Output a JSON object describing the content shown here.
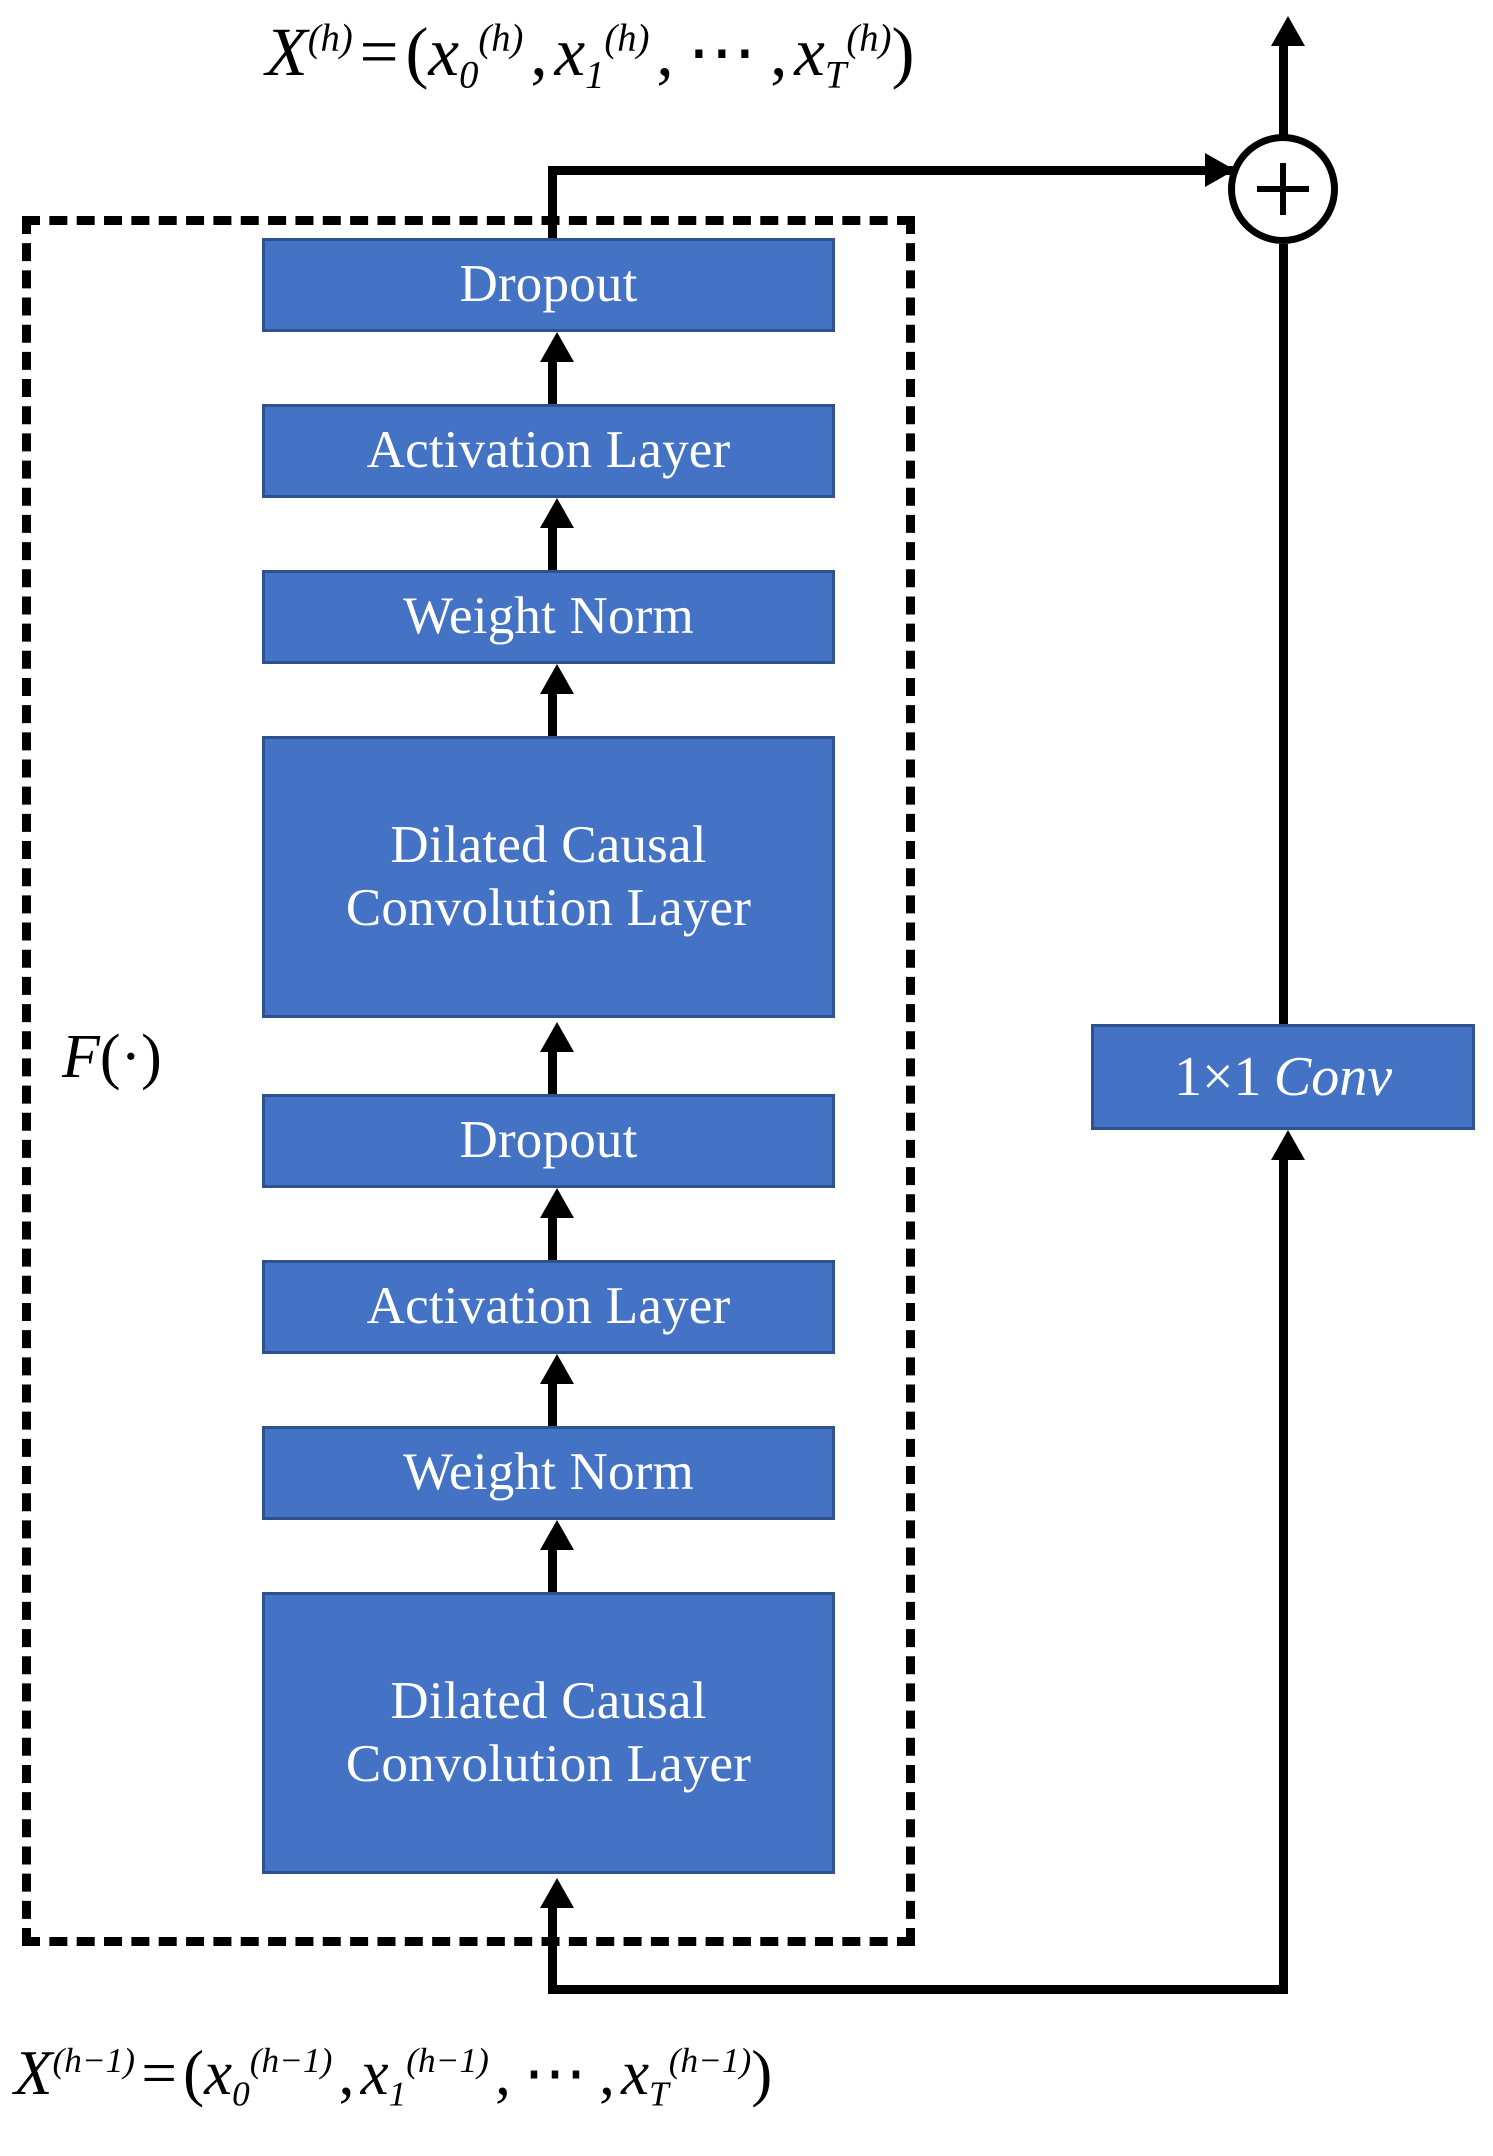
{
  "figure": {
    "type": "temporal-convolutional-network-residual-block",
    "accent_color": "#4472C4",
    "box_border_color": "#2E528F",
    "line_color": "#000000",
    "text_on_box_color": "#FFFFFF",
    "background_color": "#FFFFFF"
  },
  "formulas": {
    "output": {
      "lhs_var": "X",
      "lhs_sup": "(h)",
      "equals": "=",
      "open_paren": "(",
      "terms": [
        {
          "var": "x",
          "sub": "0",
          "sup": "(h)"
        },
        {
          "var": "x",
          "sub": "1",
          "sup": "(h)"
        },
        {
          "var": "x",
          "sub": "T",
          "sup": "(h)"
        }
      ],
      "ellipsis": "⋯",
      "comma": ",",
      "close_paren": ")",
      "plain": "X^(h) = (x_0^(h), x_1^(h), ⋯, x_T^(h))"
    },
    "input": {
      "lhs_var": "X",
      "lhs_sup": "(h−1)",
      "equals": "=",
      "open_paren": "(",
      "terms": [
        {
          "var": "x",
          "sub": "0",
          "sup": "(h−1)"
        },
        {
          "var": "x",
          "sub": "1",
          "sup": "(h−1)"
        },
        {
          "var": "x",
          "sub": "T",
          "sup": "(h−1)"
        }
      ],
      "ellipsis": "⋯",
      "comma": ",",
      "close_paren": ")",
      "plain": "X^(h−1) = (x_0^(h−1), x_1^(h−1), ⋯, x_T^(h−1))"
    }
  },
  "residual_function_label": {
    "symbol": "F",
    "argument": "(·)",
    "plain": "F(·)"
  },
  "main_path": {
    "description": "bottom-to-top stack of layers inside the dashed residual block",
    "layers": [
      {
        "id": "conv-1",
        "label": "Dilated Causal Convolution Layer",
        "stage": 1,
        "order": 1
      },
      {
        "id": "wn-1",
        "label": "Weight Norm",
        "stage": 1,
        "order": 2
      },
      {
        "id": "act-1",
        "label": "Activation Layer",
        "stage": 1,
        "order": 3
      },
      {
        "id": "dropout-1",
        "label": "Dropout",
        "stage": 1,
        "order": 4
      },
      {
        "id": "conv-2",
        "label": "Dilated Causal Convolution Layer",
        "stage": 2,
        "order": 5
      },
      {
        "id": "wn-2",
        "label": "Weight Norm",
        "stage": 2,
        "order": 6
      },
      {
        "id": "act-2",
        "label": "Activation Layer",
        "stage": 2,
        "order": 7
      },
      {
        "id": "dropout-2",
        "label": "Dropout",
        "stage": 2,
        "order": 8
      }
    ]
  },
  "skip_path": {
    "box": {
      "kernel": "1×1",
      "operation": "Conv",
      "plain": "1×1 Conv"
    }
  },
  "add_node": {
    "symbol": "+",
    "name": "residual-addition"
  }
}
